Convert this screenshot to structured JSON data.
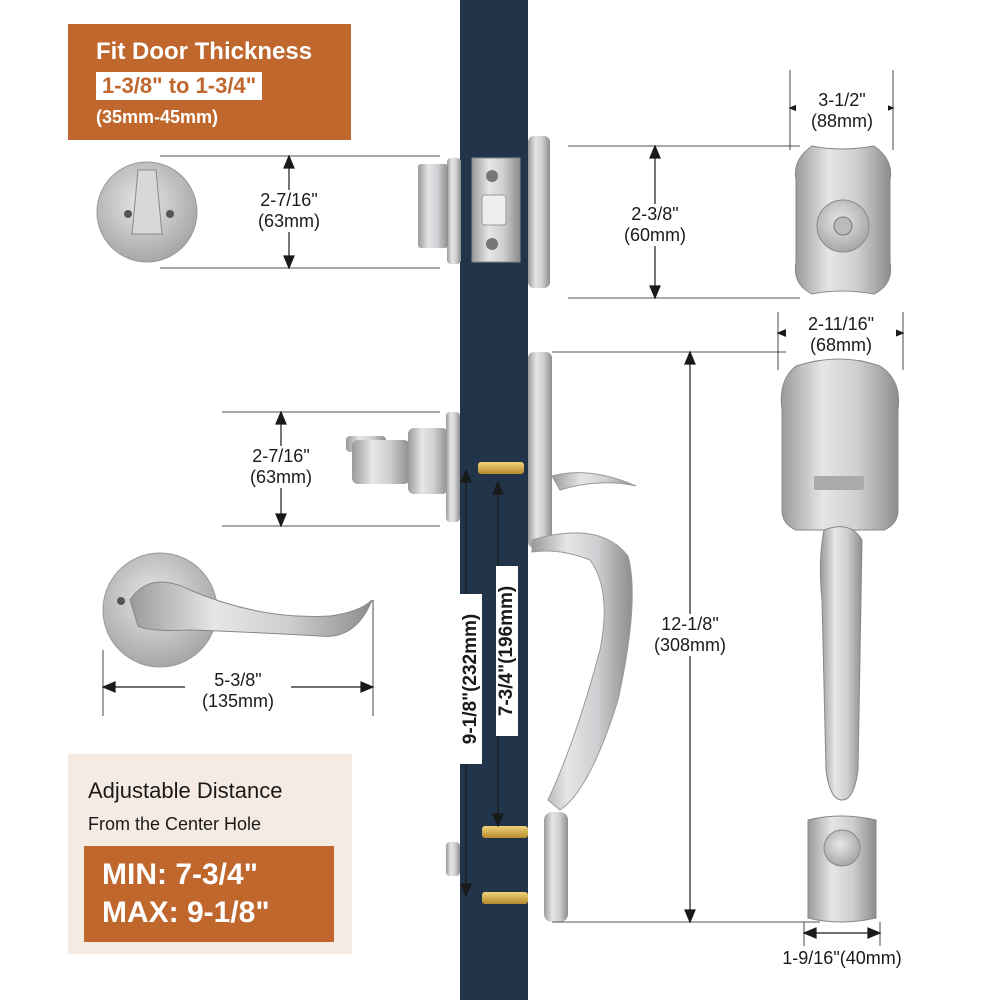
{
  "door_thickness": {
    "title": "Fit Door Thickness",
    "range_imperial": "1-3/8\" to 1-3/4\"",
    "range_metric": "(35mm-45mm)"
  },
  "deadbolt": {
    "thumbturn_height": "2-7/16\"",
    "thumbturn_height_mm": "(63mm)",
    "height": "2-3/8\"",
    "height_mm": "(60mm)",
    "width": "3-1/2\"",
    "width_mm": "(88mm)"
  },
  "lever": {
    "height": "2-7/16\"",
    "height_mm": "(63mm)",
    "length": "5-3/8\"",
    "length_mm": "(135mm)"
  },
  "handleset": {
    "width": "2-11/16\"",
    "width_mm": "(68mm)",
    "height": "12-1/8\"",
    "height_mm": "(308mm)",
    "bottom_width": "1-9/16\"(40mm)",
    "spacing_max": "9-1/8\"(232mm)",
    "spacing_min": "7-3/4\"(196mm)"
  },
  "adjustable": {
    "title": "Adjustable Distance",
    "subtitle": "From the Center Hole",
    "min": "MIN: 7-3/4\"",
    "max": "MAX: 9-1/8\""
  },
  "colors": {
    "accent": "#c0672e",
    "door": "#22344a",
    "metal": "#c9c9cb",
    "panel": "#f5ebe3"
  }
}
